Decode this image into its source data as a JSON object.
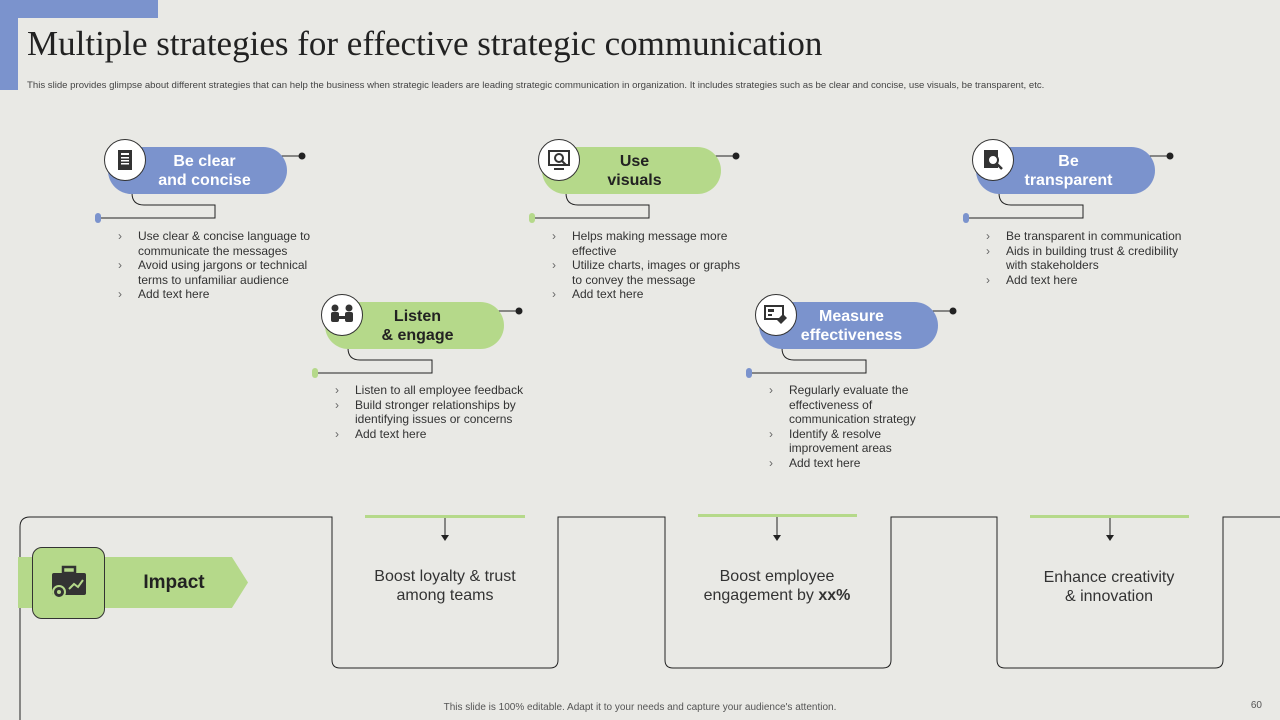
{
  "slide": {
    "title": "Multiple strategies for effective strategic communication",
    "subtitle": "This slide provides glimpse about different strategies that can help the business when strategic leaders are leading strategic communication in organization. It includes strategies such as be clear and concise, use visuals, be transparent, etc.",
    "footer": "This slide is 100% editable. Adapt it to your needs and capture your audience's attention.",
    "page_number": "60"
  },
  "colors": {
    "blue": "#7b93cd",
    "green": "#b5d98a",
    "background": "#e9e9e5"
  },
  "strategies": [
    {
      "line1": "Be clear",
      "line2": "and concise",
      "icon": "document-icon",
      "bullets": [
        "Use clear & concise language to communicate the messages",
        "Avoid using jargons or technical terms to unfamiliar audience",
        "Add text here"
      ]
    },
    {
      "line1": "Use",
      "line2": "visuals",
      "icon": "presentation-magnifier-icon",
      "bullets": [
        "Helps making message more effective",
        "Utilize charts, images or graphs to convey the message",
        "Add text here"
      ]
    },
    {
      "line1": "Be",
      "line2": "transparent",
      "icon": "transparency-magnifier-icon",
      "bullets": [
        "Be transparent in communication",
        "Aids in building trust & credibility with stakeholders",
        "Add text here"
      ]
    },
    {
      "line1": "Listen",
      "line2": "& engage",
      "icon": "meeting-people-icon",
      "bullets": [
        "Listen to all employee feedback",
        "Build stronger relationships by identifying issues or concerns",
        "Add text here"
      ]
    },
    {
      "line1": "Measure",
      "line2": "effectiveness",
      "icon": "analytics-board-icon",
      "bullets": [
        "Regularly evaluate the effectiveness of communication strategy",
        "Identify & resolve improvement areas",
        "Add text here"
      ]
    }
  ],
  "impact": {
    "label": "Impact",
    "icon": "briefcase-gear-icon",
    "outcomes": [
      {
        "line1": "Boost loyalty  & trust",
        "line2": "among teams"
      },
      {
        "line1": "Boost employee",
        "line2_prefix": "engagement by ",
        "line2_bold": "xx%"
      },
      {
        "line1": "Enhance creativity",
        "line2": "& innovation"
      }
    ]
  }
}
